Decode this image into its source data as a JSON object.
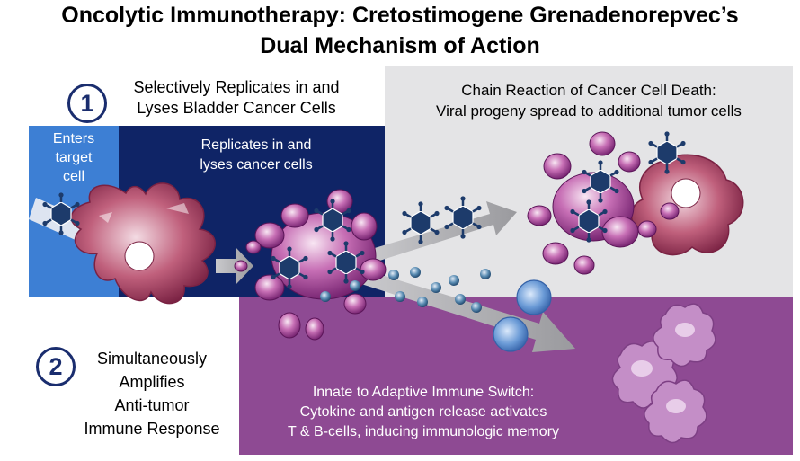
{
  "title": {
    "line1": "Oncolytic Immunotherapy: Cretostimogene Grenadenorepvec’s",
    "line2": "Dual Mechanism of Action"
  },
  "step1": {
    "number": "1",
    "heading_line1": "Selectively Replicates in and",
    "heading_line2": "Lyses Bladder Cancer Cells"
  },
  "step2": {
    "number": "2",
    "line1": "Simultaneously",
    "line2": "Amplifies",
    "line3": "Anti-tumor",
    "line4": "Immune Response"
  },
  "panel_enter": {
    "line1": "Enters",
    "line2": "target",
    "line3": "cell"
  },
  "panel_replicate": {
    "line1": "Replicates in and",
    "line2": "lyses cancer cells"
  },
  "panel_chain": {
    "line1": "Chain Reaction of Cancer Cell Death:",
    "line2": "Viral progeny spread to additional tumor cells"
  },
  "panel_immune": {
    "line1": "Innate to Adaptive Immune Switch:",
    "line2": "Cytokine and antigen release activates",
    "line3": "T & B-cells, inducing immunologic memory"
  },
  "colors": {
    "enter_panel": "#3d7fd4",
    "replicate_panel": "#0f2466",
    "chain_panel": "#e4e4e6",
    "immune_panel": "#8e4a93",
    "cancer_cell": "#a0405f",
    "virus": "#1d3b6b",
    "t_cell": "#6a9ad6"
  }
}
